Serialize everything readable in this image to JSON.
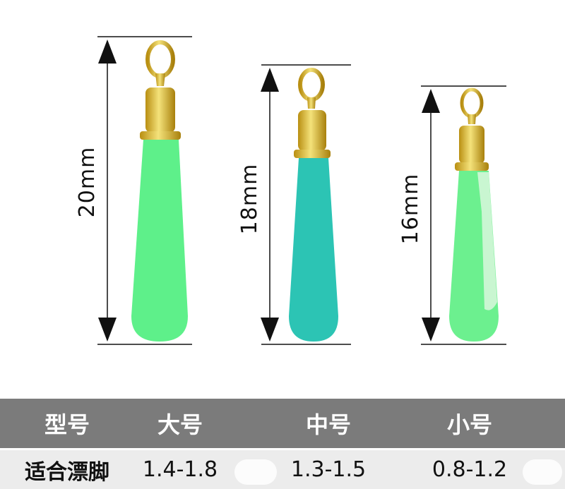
{
  "floats": [
    {
      "size_label": "20mm",
      "body_color": "#5ef08a",
      "body_shade": "#49d977"
    },
    {
      "size_label": "18mm",
      "body_color": "#2cc4b4",
      "body_shade": "#22ab9d"
    },
    {
      "size_label": "16mm",
      "body_color": "#6cf08f",
      "body_shade": "#d9f7dd"
    }
  ],
  "table": {
    "headers": [
      "型号",
      "大号",
      "中号",
      "小号"
    ],
    "values": [
      "适合漂脚",
      "1.4-1.8",
      "1.3-1.5",
      "0.8-1.2"
    ]
  },
  "colors": {
    "brass_light": "#f4e27a",
    "brass_dark": "#b98f12",
    "header_bg": "#7b7b7b",
    "row_bg": "#ececec"
  }
}
